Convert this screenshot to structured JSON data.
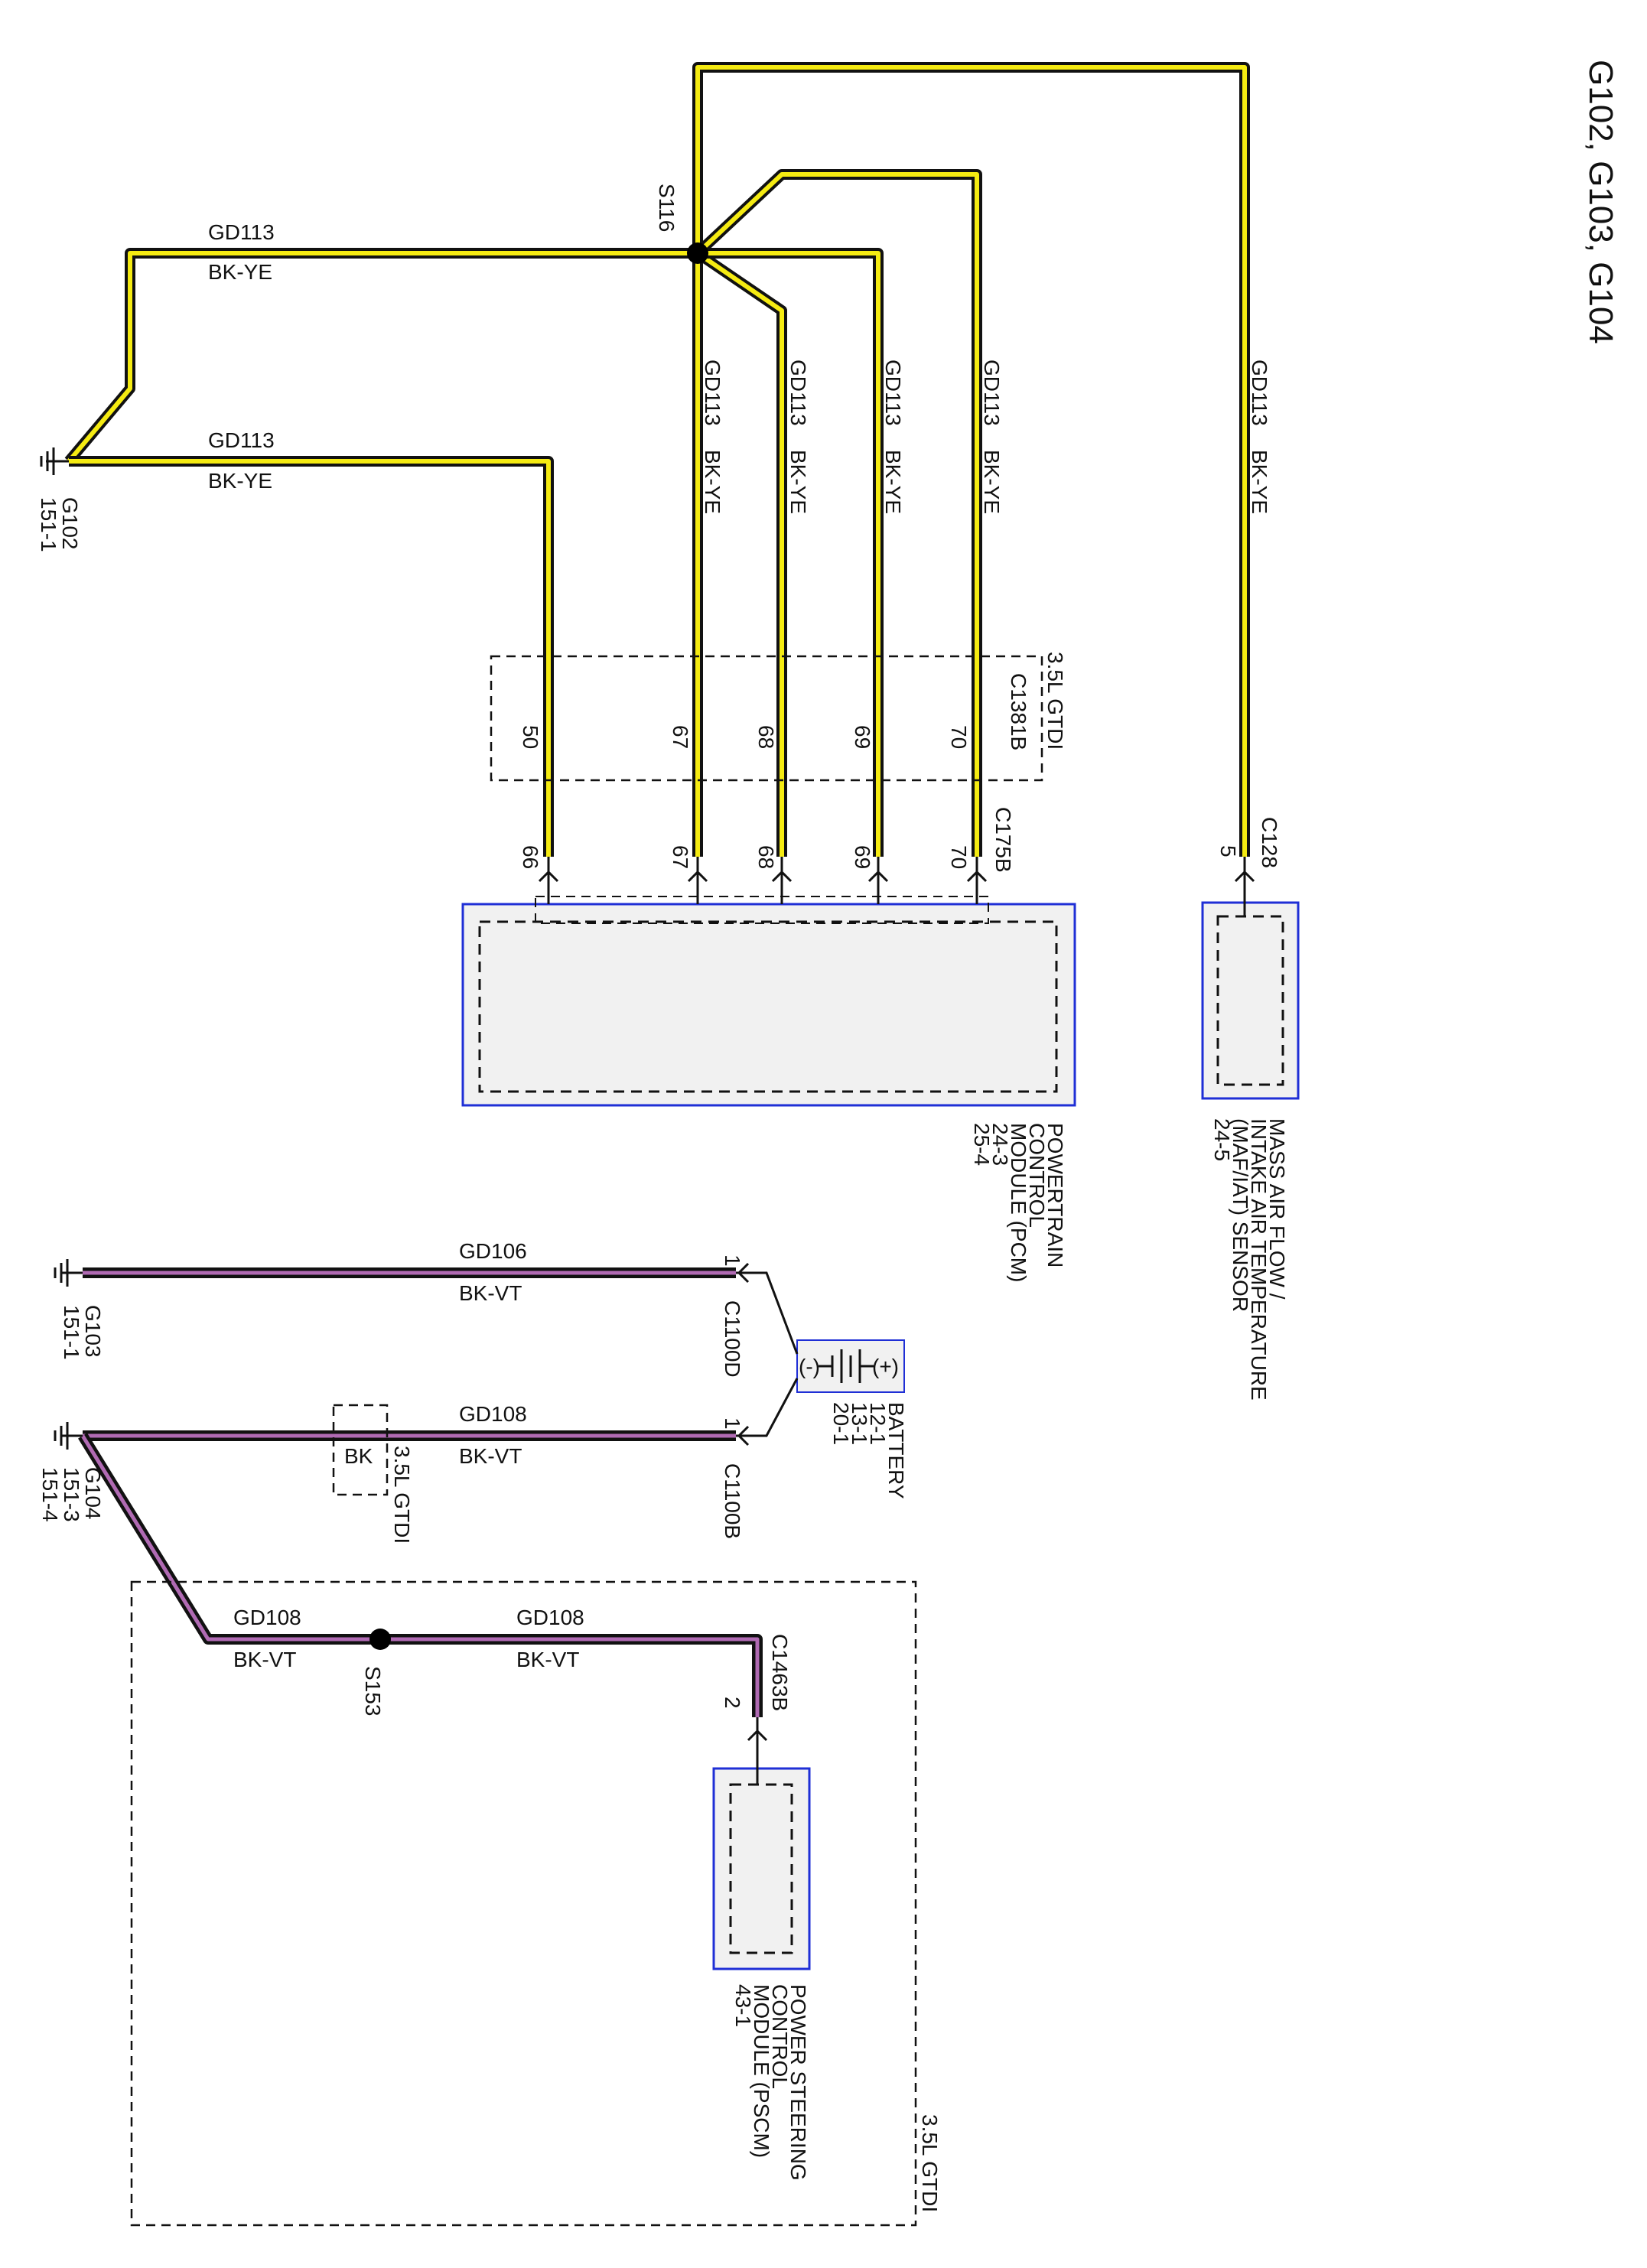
{
  "page_title": "G102, G103, G104",
  "colors": {
    "wire_bk_ye_core": "#f5eb12",
    "wire_bk_vt_core": "#b06ab3",
    "wire_outline": "#111111",
    "module_border": "#1f2fd6",
    "module_fill": "#f1f1f1"
  },
  "wires": {
    "gd113": "GD113",
    "gd106": "GD106",
    "gd108": "GD108",
    "bk_ye": "BK-YE",
    "bk_vt": "BK-VT"
  },
  "grounds": {
    "g102": {
      "name": "G102",
      "ref": "151-1"
    },
    "g103": {
      "name": "G103",
      "ref": "151-1"
    },
    "g104": {
      "name": "G104",
      "ref1": "151-3",
      "ref2": "151-4"
    }
  },
  "splices": {
    "s116": "S116",
    "s153": "S153"
  },
  "option": "3.5L GTDI",
  "connectors": {
    "c1381b": {
      "name": "C1381B",
      "pins": [
        "50",
        "67",
        "68",
        "69",
        "70"
      ]
    },
    "c175b": {
      "name": "C175B",
      "pins": [
        "66",
        "67",
        "68",
        "69",
        "70"
      ]
    },
    "c128": {
      "name": "C128",
      "pin": "5"
    },
    "c1100d": {
      "name": "C1100D",
      "pin": "1"
    },
    "c1100b": {
      "name": "C1100B",
      "pin": "1"
    },
    "c1463b": {
      "name": "C1463B",
      "pin": "2"
    }
  },
  "bk_label": "BK",
  "pcm": {
    "line1": "POWERTRAIN",
    "line2": "CONTROL",
    "line3": "MODULE (PCM)",
    "ref1": "24-3",
    "ref2": "25-4"
  },
  "maf": {
    "line1": "MASS AIR FLOW /",
    "line2": "INTAKE AIR TEMPERATURE",
    "line3": "(MAF/IAT) SENSOR",
    "ref": "24-5"
  },
  "battery": {
    "plus": "(+)",
    "minus": "(-)",
    "name": "BATTERY",
    "ref1": "12-1",
    "ref2": "13-1",
    "ref3": "20-1"
  },
  "pscm": {
    "line1": "POWER STEERING",
    "line2": "CONTROL",
    "line3": "MODULE (PSCM)",
    "ref": "43-1"
  }
}
